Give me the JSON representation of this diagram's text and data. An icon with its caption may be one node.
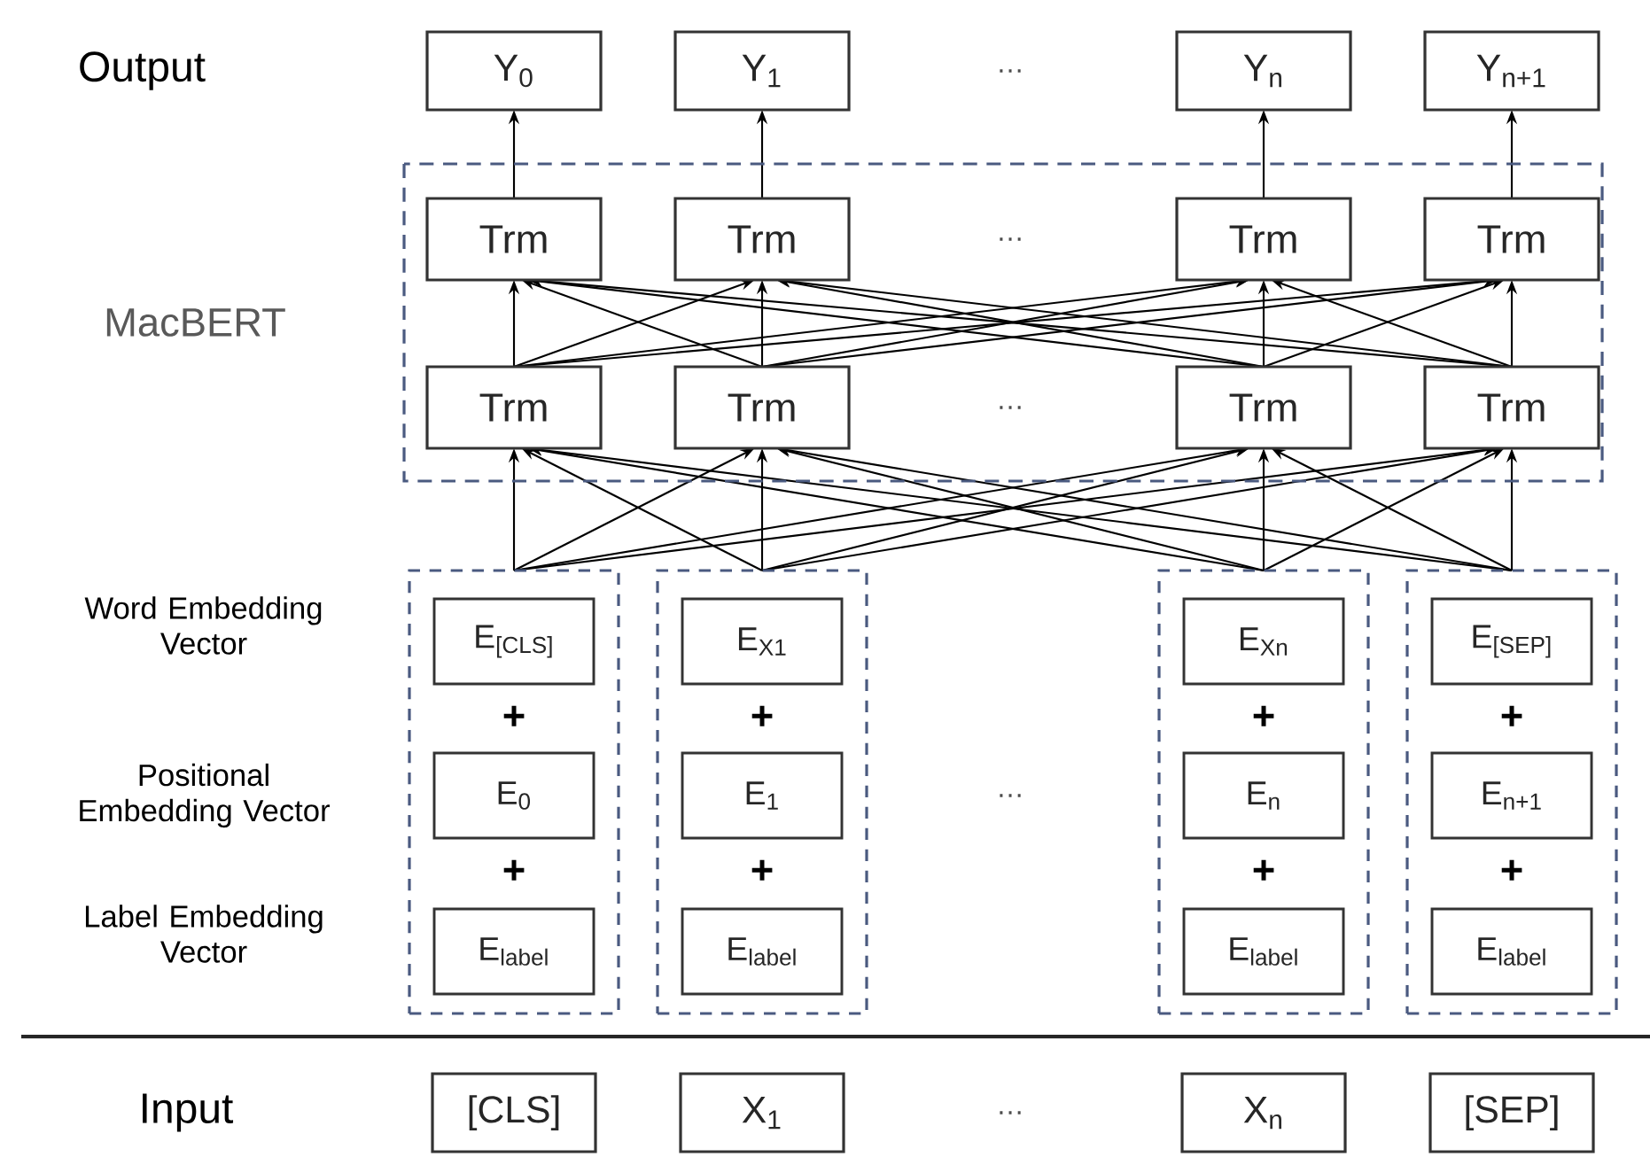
{
  "diagram": {
    "nodes": [
      {
        "text": [
          "Y$_{0}$"
        ]
      },
      {
        "text": [
          "Y$_{1}$"
        ]
      },
      {
        "text": [
          "Y$_{n}$"
        ]
      },
      {
        "text": [
          "Y$_{n+1}$"
        ]
      },
      {
        "text": [
          "MacBERT"
        ]
      },
      {
        "text": [
          "Trm"
        ],
        "in": 4
      },
      {
        "text": [
          "Trm"
        ],
        "in": 4
      },
      {
        "text": [
          "Trm"
        ],
        "in": 4
      },
      {
        "text": [
          "Trm"
        ],
        "in": 4
      },
      {
        "text": [
          "Trm"
        ],
        "in": 4
      },
      {
        "text": [
          "Trm"
        ],
        "in": 4
      },
      {
        "text": [
          "Trm"
        ],
        "in": 4
      },
      {
        "text": [
          "Trm"
        ],
        "in": 4
      },
      {
        "text": [],
        "shape": "box"
      },
      {
        "text": [
          "E$_{[CLS]}$"
        ],
        "in": 13
      },
      {
        "text": [
          "E$_{0}$"
        ],
        "in": 13
      },
      {
        "text": [
          "E$_{label}$"
        ],
        "in": 13
      },
      {
        "text": [],
        "shape": "box"
      },
      {
        "text": [
          "E$_{X1}$"
        ],
        "in": 17
      },
      {
        "text": [
          "E$_{1}$"
        ],
        "in": 17
      },
      {
        "text": [
          "E$_{label}$"
        ],
        "in": 17
      },
      {
        "text": [],
        "shape": "box"
      },
      {
        "text": [
          "E$_{Xn}$"
        ],
        "in": 21
      },
      {
        "text": [
          "E$_{n}$"
        ],
        "in": 21
      },
      {
        "text": [
          "E$_{label}$"
        ],
        "in": 21
      },
      {
        "text": [],
        "shape": "box"
      },
      {
        "text": [
          "E$_{[SEP]}$"
        ],
        "in": 25
      },
      {
        "text": [
          "E$_{n+1}$"
        ],
        "in": 25
      },
      {
        "text": [
          "E$_{label}$"
        ],
        "in": 25
      },
      {
        "text": [
          "[CLS]"
        ]
      },
      {
        "text": [
          "X$_{1}$"
        ]
      },
      {
        "text": [
          "X$_{n}$"
        ]
      },
      {
        "text": [
          "[SEP]"
        ]
      }
    ],
    "edges": [
      {
        "from": 5,
        "to": 0,
        "arrow": "to"
      },
      {
        "from": 6,
        "to": 1,
        "arrow": "to"
      },
      {
        "from": 7,
        "to": 2,
        "arrow": "to"
      },
      {
        "from": 8,
        "to": 3,
        "arrow": "to"
      },
      {
        "from": 9,
        "to": 5,
        "arrow": "to"
      },
      {
        "from": 9,
        "to": 6,
        "arrow": "to"
      },
      {
        "from": 9,
        "to": 7,
        "arrow": "to"
      },
      {
        "from": 9,
        "to": 8,
        "arrow": "to"
      },
      {
        "from": 10,
        "to": 5,
        "arrow": "to"
      },
      {
        "from": 10,
        "to": 6,
        "arrow": "to"
      },
      {
        "from": 10,
        "to": 7,
        "arrow": "to"
      },
      {
        "from": 10,
        "to": 8,
        "arrow": "to"
      },
      {
        "from": 11,
        "to": 5,
        "arrow": "to"
      },
      {
        "from": 11,
        "to": 6,
        "arrow": "to"
      },
      {
        "from": 11,
        "to": 7,
        "arrow": "to"
      },
      {
        "from": 11,
        "to": 8,
        "arrow": "to"
      },
      {
        "from": 12,
        "to": 5,
        "arrow": "to"
      },
      {
        "from": 12,
        "to": 6,
        "arrow": "to"
      },
      {
        "from": 12,
        "to": 7,
        "arrow": "to"
      },
      {
        "from": 12,
        "to": 8,
        "arrow": "to"
      },
      {
        "from": 13,
        "to": 9,
        "arrow": "to"
      },
      {
        "from": 13,
        "to": 10,
        "arrow": "to"
      },
      {
        "from": 13,
        "to": 11,
        "arrow": "to"
      },
      {
        "from": 13,
        "to": 12,
        "arrow": "to"
      },
      {
        "from": 17,
        "to": 9,
        "arrow": "to"
      },
      {
        "from": 17,
        "to": 10,
        "arrow": "to"
      },
      {
        "from": 17,
        "to": 11,
        "arrow": "to"
      },
      {
        "from": 17,
        "to": 12,
        "arrow": "to"
      },
      {
        "from": 21,
        "to": 9,
        "arrow": "to"
      },
      {
        "from": 21,
        "to": 10,
        "arrow": "to"
      },
      {
        "from": 21,
        "to": 11,
        "arrow": "to"
      },
      {
        "from": 21,
        "to": 12,
        "arrow": "to"
      },
      {
        "from": 25,
        "to": 9,
        "arrow": "to"
      },
      {
        "from": 25,
        "to": 10,
        "arrow": "to"
      },
      {
        "from": 25,
        "to": 11,
        "arrow": "to"
      },
      {
        "from": 25,
        "to": 12,
        "arrow": "to"
      }
    ],
    "labels": [
      "Output",
      "…",
      "…",
      "…",
      "Word Embedding Vector",
      "+",
      "+",
      "+",
      "+",
      "Positional Embedding Vector",
      "…",
      "+",
      "+",
      "+",
      "+",
      "Label Embedding Vector",
      "Input",
      "…"
    ]
  }
}
